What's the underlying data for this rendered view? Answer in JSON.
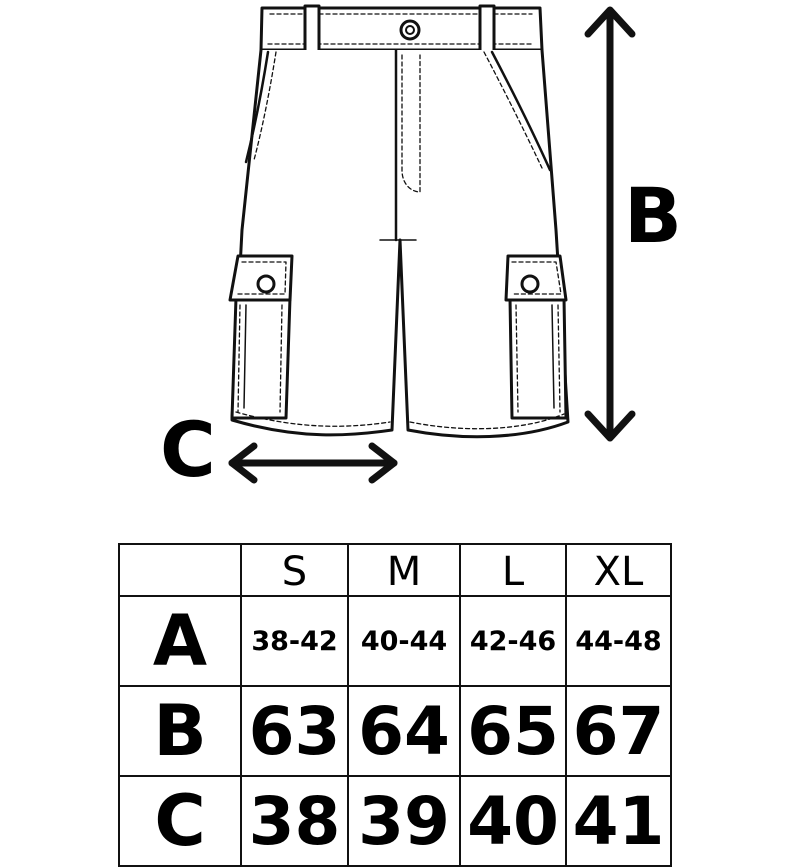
{
  "dimension_labels": {
    "height": "B",
    "hem_width": "C"
  },
  "size_table": {
    "sizes": [
      "S",
      "M",
      "L",
      "XL"
    ],
    "rows": [
      {
        "label": "A",
        "values": [
          "38-42",
          "40-44",
          "42-46",
          "44-48"
        ]
      },
      {
        "label": "B",
        "values": [
          "63",
          "64",
          "65",
          "67"
        ]
      },
      {
        "label": "C",
        "values": [
          "38",
          "39",
          "40",
          "41"
        ]
      }
    ]
  },
  "colors": {
    "line": "#111111",
    "background": "#ffffff"
  }
}
